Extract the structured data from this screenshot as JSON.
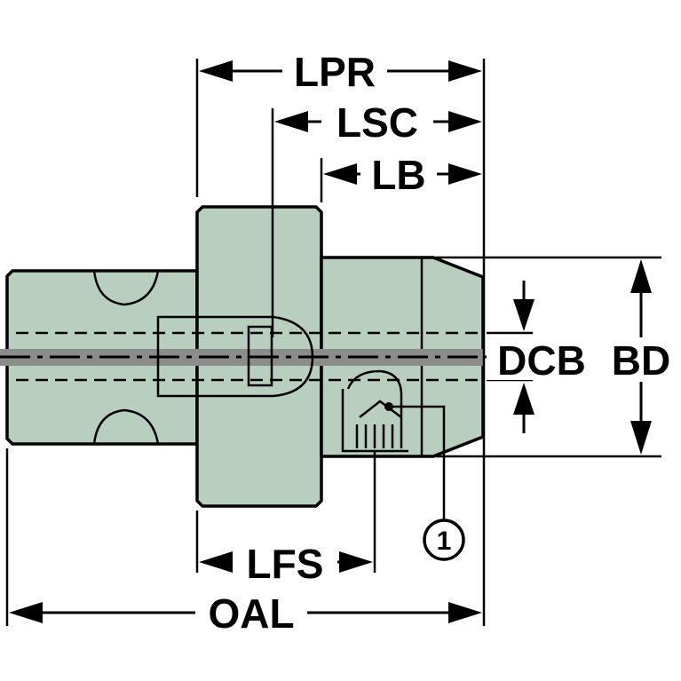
{
  "labels": {
    "lpr": "LPR",
    "lsc": "LSC",
    "lb": "LB",
    "dcb": "DCB",
    "bd": "BD",
    "lfs": "LFS",
    "oal": "OAL",
    "callout": "1"
  },
  "colors": {
    "body": "#b8cfbf",
    "axis_band": "#8c8c8c",
    "line": "#000000"
  }
}
